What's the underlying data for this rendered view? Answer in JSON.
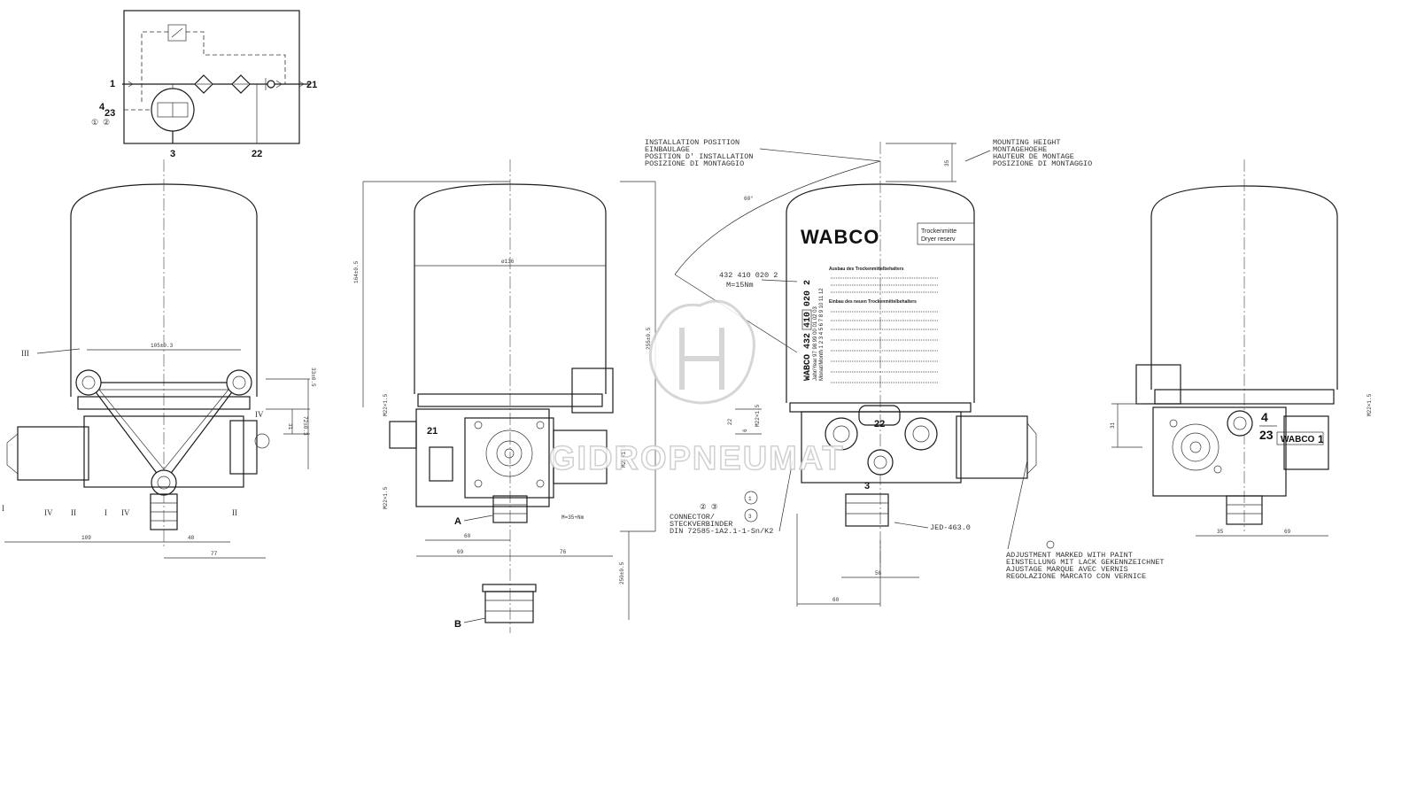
{
  "schematic": {
    "ports": {
      "in": "1",
      "out": "21",
      "control_top": "4",
      "control": "23",
      "drain": "3",
      "aux": "22"
    },
    "symbols": [
      "①",
      "②"
    ]
  },
  "view1": {
    "romans": {
      "iii": "III",
      "iv_top": "IV",
      "iv_a": "IV",
      "ii_a": "II",
      "i_a": "I",
      "iv_b": "IV",
      "ii_b": "II",
      "i_left": "I"
    },
    "dims": {
      "width_105": "105±0.3",
      "h_33": "33±0.5",
      "h_31": "31",
      "h_72": "72±0.3",
      "d_109": "109",
      "d_48": "48",
      "d_77": "77"
    }
  },
  "view2": {
    "diameter": "ø136",
    "height_total": "164±0.5",
    "height_side": "255±0.5",
    "thread_a": "M22×1.5",
    "thread_b": "M22×1.5",
    "port_21": "21",
    "port_22_thread": "M22×1.5",
    "d60": "60",
    "d69": "69",
    "d76": "76",
    "torque": "M=35+Nm",
    "lower_dim": "250±0.5",
    "label_a": "A",
    "label_b": "B"
  },
  "view3": {
    "install": [
      "INSTALLATION POSITION",
      "EINBAULAGE",
      "POSITION D' INSTALLATION",
      "POSIZIONE DI MONTAGGIO"
    ],
    "mounting": [
      "MOUNTING HEIGHT",
      "MONTAGEHOEHE",
      "HAUTEUR DE MONTAGE",
      "POSIZIONE DI MONTAGGIO"
    ],
    "mount_dim": "35",
    "angle": "60°",
    "brand": "WABCO",
    "label_box": [
      "Trockenmitte",
      "Dryer reserv"
    ],
    "part_number": "432 410 020 2",
    "torque": "M=15Nm",
    "vertical_label": "WABCO 432 410 020 2",
    "vertical_year": "Jahr/Year  97 98 99 00 01 02 03",
    "vertical_month": "Monat/Month 1 2 3 4 5 6 7 8 9 10 11 12",
    "instructions_title_1": "Ausbau des Trockenmittelbehalters",
    "instructions_title_2": "Einbau des neuen Trockenmittelbehalters",
    "thread_side": "M22×1.5",
    "dim_22": "22",
    "dim_6": "6",
    "port_22": "22",
    "port_3": "3",
    "connector": [
      "CONNECTOR/",
      "STECKVERBINDER",
      "DIN 72585-1A2.1-1-Sn/K2"
    ],
    "connector_symbols": "② ③",
    "jed": "JED-463.0",
    "d56": "56",
    "d60": "60",
    "sym_1": "1",
    "sym_3": "3"
  },
  "view4": {
    "adjustment": [
      "ADJUSTMENT MARKED WITH PAINT",
      "EINSTELLUNG MIT LACK GEKENNZEICHNET",
      "AJUSTAGE MARQUE AVEC VERNIS",
      "REGOLAZIONE MARCATO CON VERNICE"
    ],
    "port_4": "4",
    "port_23": "23",
    "brand_plate": "WABCO",
    "port_1": "1",
    "h_31": "31",
    "thread": "M22×1.5",
    "d35": "35",
    "d69": "69"
  },
  "watermark": {
    "text": "GIDROPNEUMAT"
  }
}
